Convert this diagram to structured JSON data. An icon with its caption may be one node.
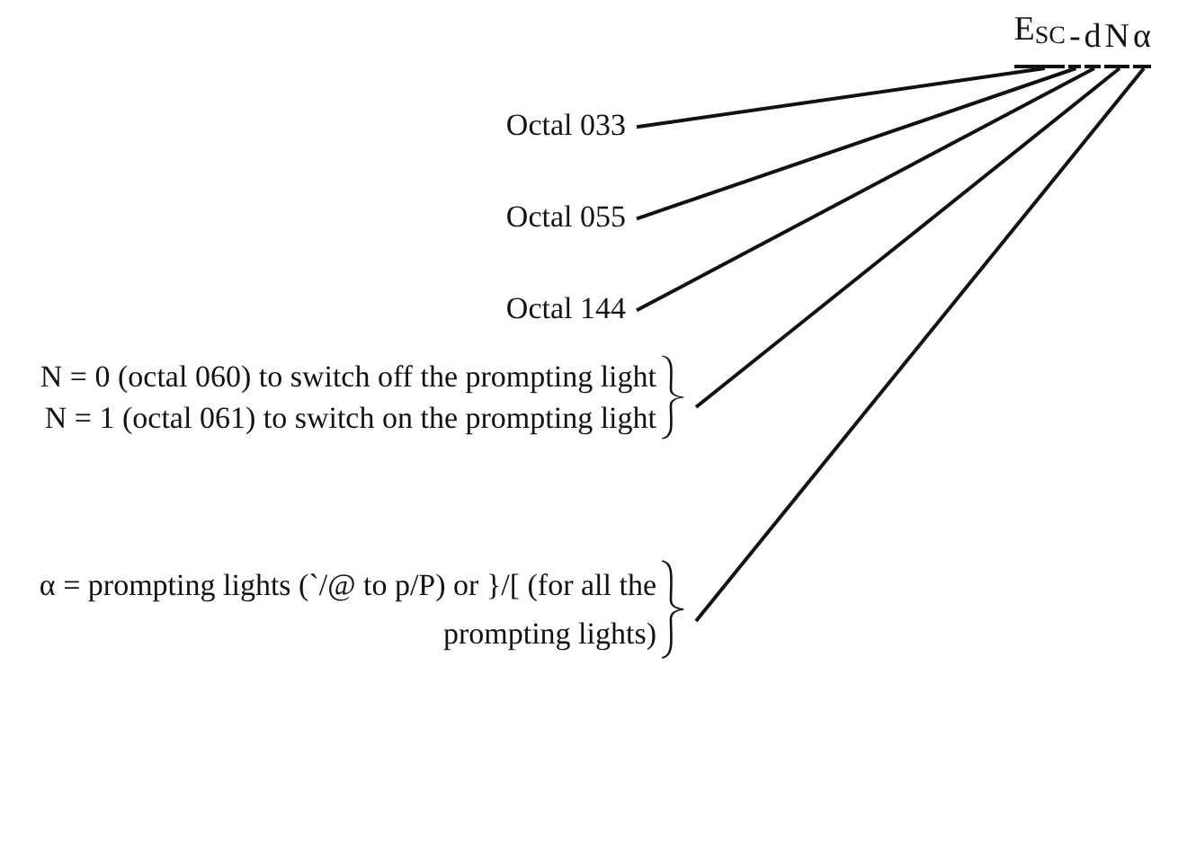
{
  "diagram": {
    "nodes": [
      {
        "text": [
          "E$_{SC}$"
        ]
      },
      {
        "text": [
          "-"
        ]
      },
      {
        "text": [
          "d"
        ]
      },
      {
        "text": [
          "N"
        ]
      },
      {
        "text": [
          "α"
        ]
      },
      {
        "text": [
          "Octal 033"
        ]
      },
      {
        "text": [
          "Octal 055"
        ]
      },
      {
        "text": [
          "Octal 144"
        ]
      },
      {
        "text": [
          "N = 0 (octal 060) to switch off the prompting light",
          "N = 1 (octal 061) to switch on the prompting light"
        ]
      },
      {
        "text": [
          "α = prompting lights (`/@ to p/P) or }/[ (for all the prompting lights)"
        ]
      }
    ],
    "edges": [
      {
        "from": 5,
        "to": 0,
        "arrow": "none"
      },
      {
        "from": 6,
        "to": 1,
        "arrow": "none"
      },
      {
        "from": 7,
        "to": 2,
        "arrow": "none"
      },
      {
        "from": 8,
        "to": 3,
        "arrow": "none"
      },
      {
        "from": 9,
        "to": 4,
        "arrow": "none"
      }
    ]
  }
}
